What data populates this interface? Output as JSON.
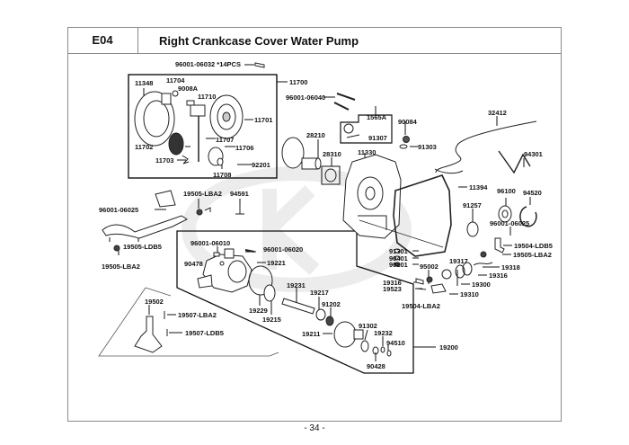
{
  "header": {
    "code": "E04",
    "title": "Right Crankcase Cover  Water Pump"
  },
  "watermark": "KYMCO",
  "page_number": "- 34 -",
  "parts": {
    "p96001_06032": "96001-06032 *14PCS",
    "p11700": "11700",
    "p11348": "11348",
    "p11704": "11704",
    "p9008A": "9008A",
    "p11710": "11710",
    "p11701": "11701",
    "p11702": "11702",
    "p11707": "11707",
    "p11706": "11706",
    "p11703": "11703",
    "p92201": "92201",
    "p11708": "11708",
    "p96001_06040": "96001-06040",
    "p1565A": "1565A",
    "p91307": "91307",
    "p90084": "90084",
    "p91303": "91303",
    "p32412": "32412",
    "p94301": "94301",
    "p28210": "28210",
    "p28310": "28310",
    "p11330": "11330",
    "p11394": "11394",
    "p96100": "96100",
    "p94520": "94520",
    "p91257": "91257",
    "p96001_06025_r": "96001-06025",
    "p19504_LDB5": "19504-LDB5",
    "p19505_LBA2_r": "19505-LBA2",
    "p19318": "19318",
    "p19316_r": "19316",
    "p19317": "19317",
    "p19300": "19300",
    "p19310": "19310",
    "p95002": "95002",
    "p19316": "19316",
    "p19523": "19523",
    "p19504_LBA2": "19504-LBA2",
    "p91301": "91301",
    "p90401": "90401",
    "p90201": "90201",
    "p19505_LBA2_t": "19505-LBA2",
    "p94591": "94591",
    "p96001_06025_l": "96001-06025",
    "p19505_LDB5": "19505-LDB5",
    "p19505_LBA2_b": "19505-LBA2",
    "p96001_06010": "96001-06010",
    "p96001_06020": "96001-06020",
    "p90478": "90478",
    "p19221": "19221",
    "p19231": "19231",
    "p19217": "19217",
    "p91202": "91202",
    "p19229": "19229",
    "p19215": "19215",
    "p19211": "19211",
    "p91302": "91302",
    "p19232": "19232",
    "p94510": "94510",
    "p90428": "90428",
    "p19200": "19200",
    "p19502": "19502",
    "p19507_LBA2": "19507-LBA2",
    "p19507_LDB5": "19507-LDB5"
  }
}
